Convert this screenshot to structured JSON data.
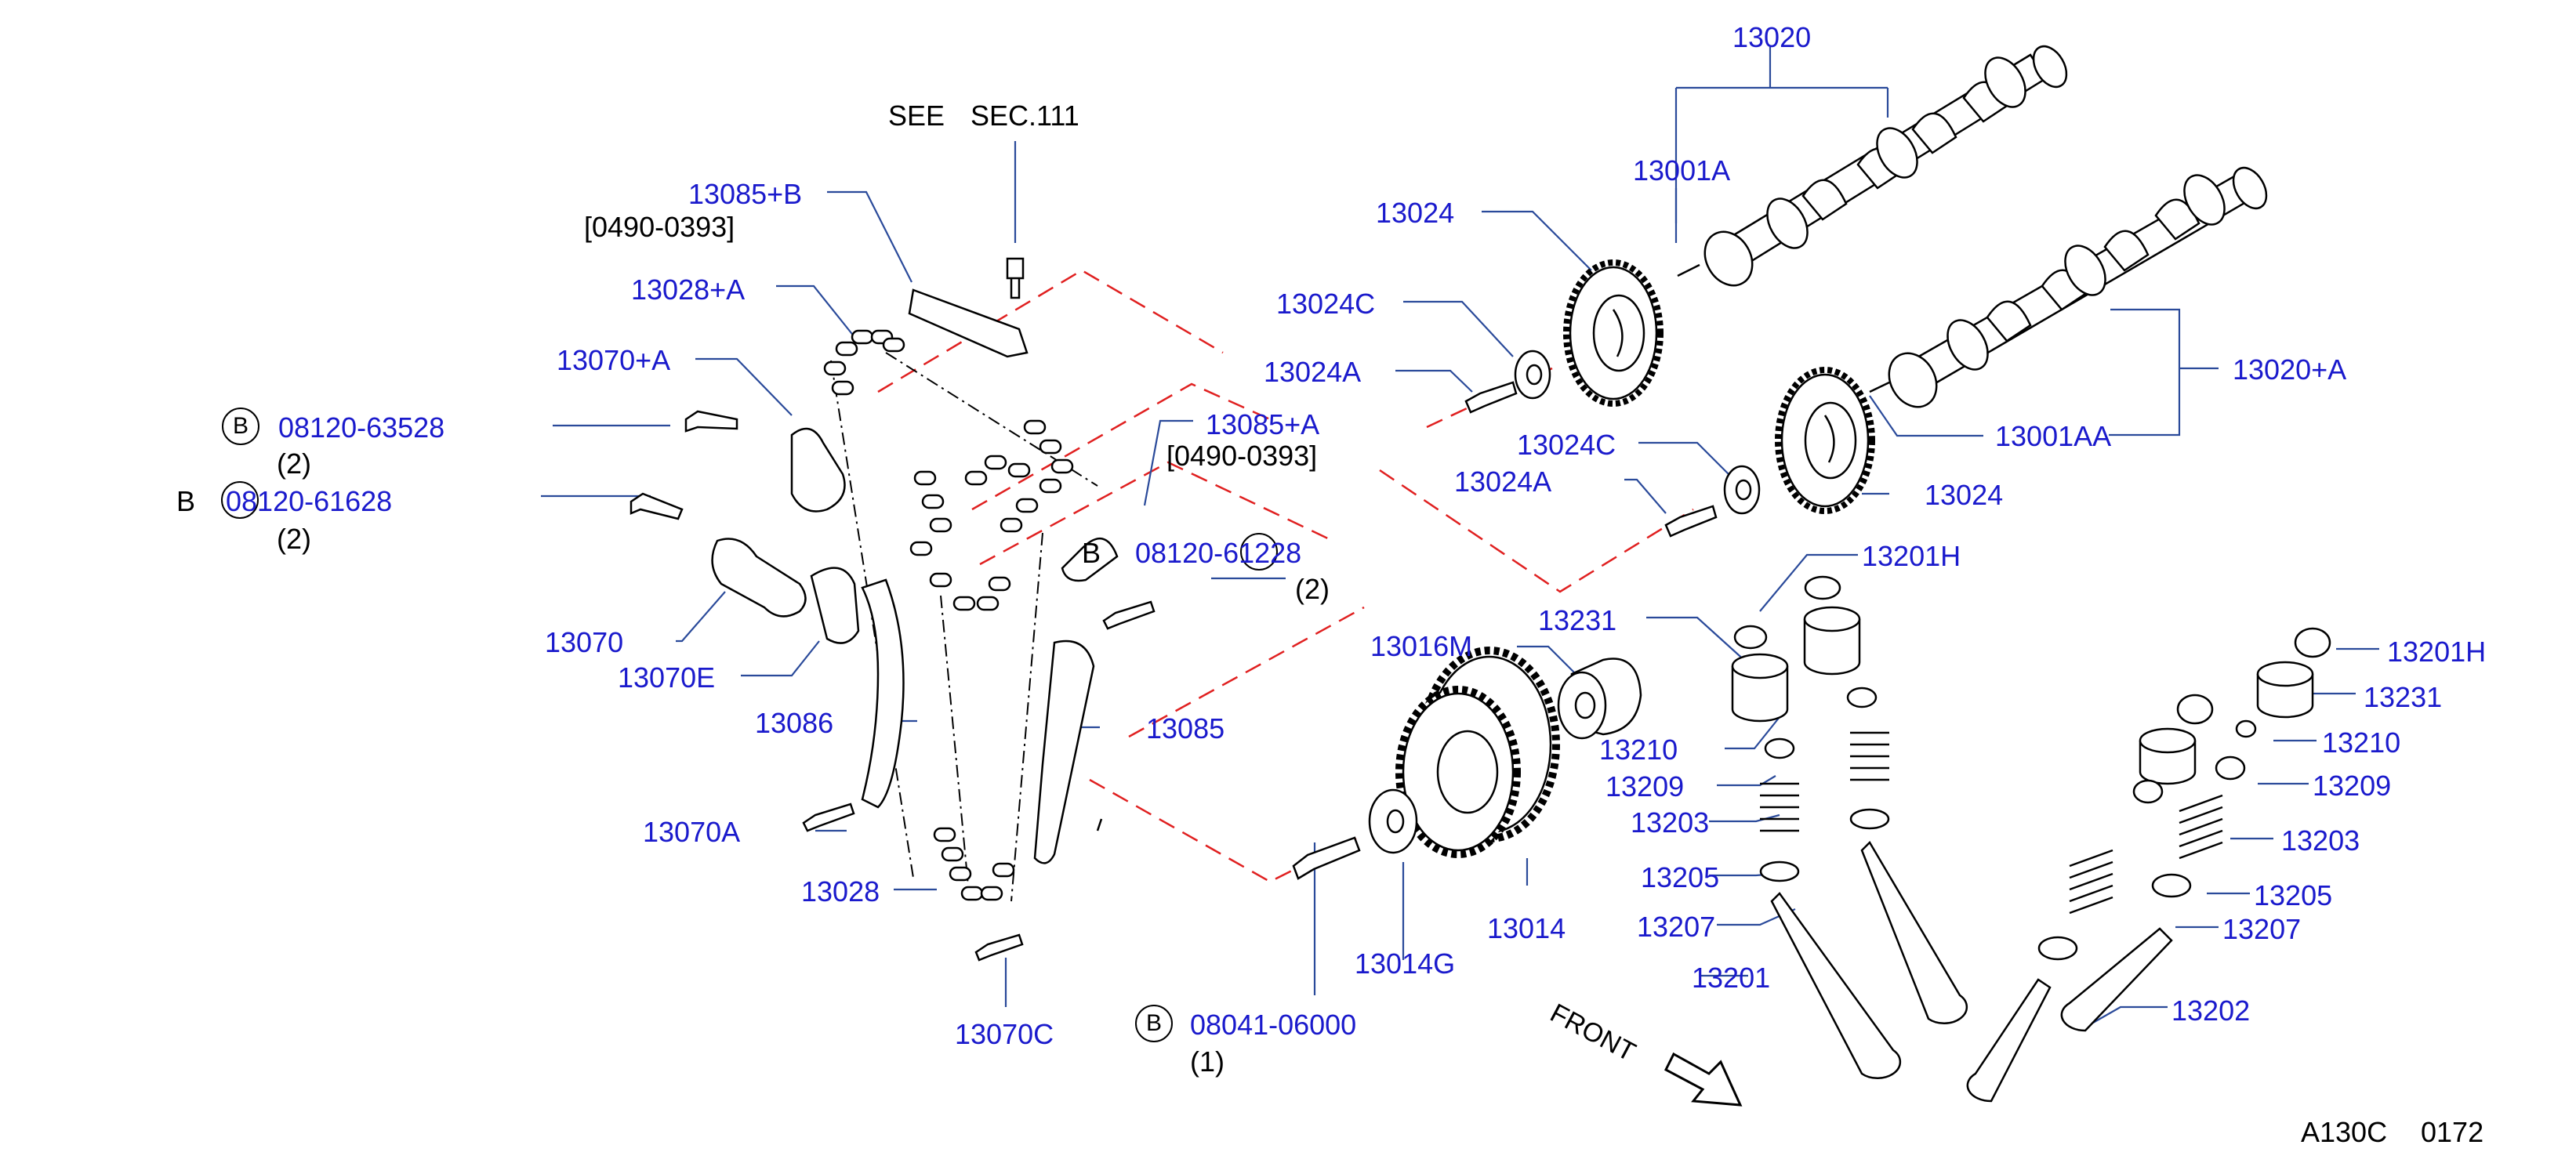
{
  "colors": {
    "label": "#1a1acc",
    "leader": "#2a4a9a",
    "dashed": "#e02020",
    "line": "#000000"
  },
  "labels": {
    "p13020": "13020",
    "p13001A": "13001A",
    "p13024_top": "13024",
    "p13024C_top": "13024C",
    "p13024A_top": "13024A",
    "p13020A": "13020+A",
    "p13001AA": "13001AA",
    "p13024C_bot": "13024C",
    "p13024A_bot": "13024A",
    "p13024_bot": "13024",
    "p13201H_left": "13201H",
    "p13231_left": "13231",
    "p13016M": "13016M",
    "p13210_left": "13210",
    "p13209_left": "13209",
    "p13203_left": "13203",
    "p13205_left": "13205",
    "p13207_left": "13207",
    "p13201": "13201",
    "p13014": "13014",
    "p13014G": "13014G",
    "p13201H_right": "13201H",
    "p13231_right": "13231",
    "p13210_right": "13210",
    "p13209_right": "13209",
    "p13203_right": "13203",
    "p13205_right": "13205",
    "p13207_right": "13207",
    "p13202": "13202",
    "see": "SEE",
    "sec": "SEC.111",
    "p13085B": "13085+B",
    "range_b": "[0490-0393]",
    "p13028A": "13028+A",
    "p13070A_plus": "13070+A",
    "bolt1": "08120-63528",
    "bolt1_qty": "(2)",
    "bolt2": "08120-61628",
    "bolt2_qty": "(2)",
    "p13085A": "13085+A",
    "range_a": "[0490-0393]",
    "bolt3": "08120-61228",
    "bolt3_qty": "(2)",
    "p13070": "13070",
    "p13070E": "13070E",
    "p13086": "13086",
    "p13085": "13085",
    "p13070A": "13070A",
    "p13028": "13028",
    "p13070C": "13070C",
    "bolt4": "08041-06000",
    "bolt4_qty": "(1)",
    "b_mark": "B",
    "front": "FRONT",
    "ref_code": "A130C",
    "ref_num": "0172"
  }
}
